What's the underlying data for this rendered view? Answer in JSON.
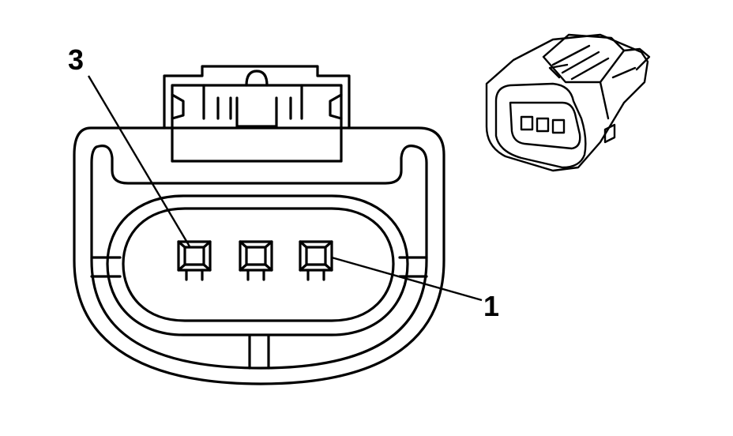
{
  "callouts": {
    "pin_3": "3",
    "pin_1": "1"
  },
  "colors": {
    "line": "#000000",
    "background": "#ffffff"
  },
  "connector": {
    "cavity_count": 3
  }
}
